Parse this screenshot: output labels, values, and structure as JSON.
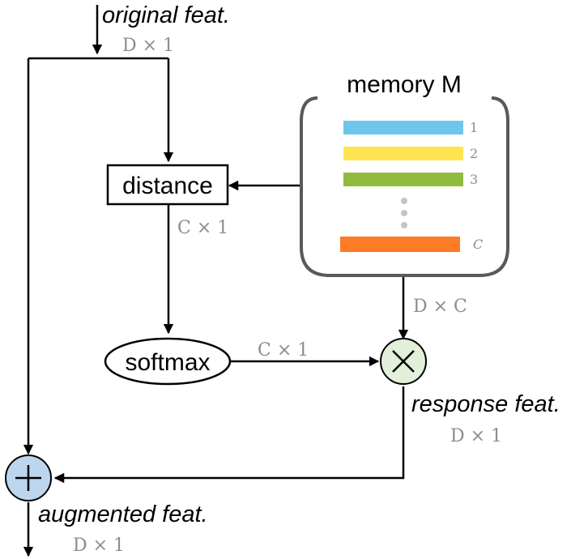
{
  "nodes": {
    "distance": "distance",
    "softmax": "softmax",
    "memory_title": "memory M"
  },
  "labels": {
    "input": "original feat.",
    "input_dim": "D × 1",
    "distance_out_dim": "C × 1",
    "softmax_out_dim": "C × 1",
    "memory_out_dim": "D × C",
    "response": "response feat.",
    "response_dim": "D × 1",
    "output": "augmented feat.",
    "output_dim": "D × 1"
  },
  "memory_rows": [
    {
      "index": "1",
      "color": "#6ec6ea"
    },
    {
      "index": "2",
      "color": "#ffe54f"
    },
    {
      "index": "3",
      "color": "#8fbc3f"
    },
    {
      "index": "C",
      "color": "#fd7b24"
    }
  ],
  "colors": {
    "multiply_fill": "#e2efd9",
    "add_fill": "#bcd6ee",
    "ellipsis_dots": "#c4c4c4",
    "memory_border": "#595959"
  },
  "operators": {
    "multiply": "×",
    "add": "+"
  }
}
